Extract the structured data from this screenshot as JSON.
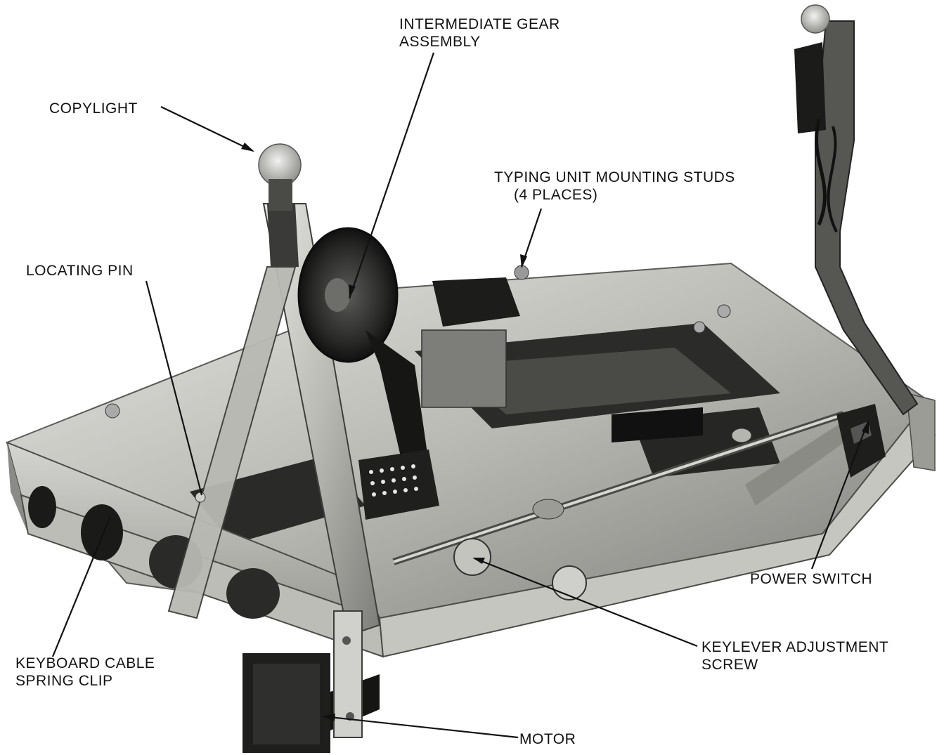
{
  "callouts": {
    "intermediate_gear": {
      "line1": "INTERMEDIATE GEAR",
      "line2": "ASSEMBLY"
    },
    "copylight": {
      "text": "COPYLIGHT"
    },
    "typing_unit": {
      "line1": "TYPING UNIT MOUNTING STUDS",
      "line2": "(4 PLACES)"
    },
    "locating_pin": {
      "text": "LOCATING PIN"
    },
    "power_switch": {
      "text": "POWER SWITCH"
    },
    "keyboard_cable": {
      "line1": "KEYBOARD CABLE",
      "line2": "SPRING CLIP"
    },
    "keylever": {
      "line1": "KEYLEVER ADJUSTMENT",
      "line2": "SCREW"
    },
    "motor": {
      "text": "MOTOR"
    }
  },
  "colors": {
    "background": "#ffffff",
    "ink": "#111111",
    "metal_light": "#d8d8d4",
    "metal_mid": "#a9a9a4",
    "metal_dark": "#3a3a38",
    "shadow": "#161616"
  }
}
